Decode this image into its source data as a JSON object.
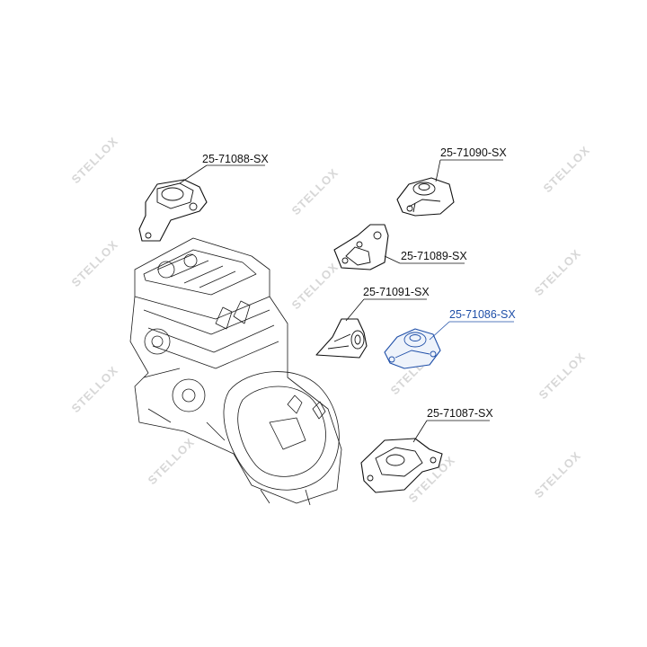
{
  "watermark": {
    "text": "STELLOX"
  },
  "parts": [
    {
      "id": "25-71088-SX",
      "label": "25-71088-SX",
      "highlighted": false
    },
    {
      "id": "25-71090-SX",
      "label": "25-71090-SX",
      "highlighted": false
    },
    {
      "id": "25-71089-SX",
      "label": "25-71089-SX",
      "highlighted": false
    },
    {
      "id": "25-71091-SX",
      "label": "25-71091-SX",
      "highlighted": false
    },
    {
      "id": "25-71086-SX",
      "label": "25-71086-SX",
      "highlighted": true
    },
    {
      "id": "25-71087-SX",
      "label": "25-71087-SX",
      "highlighted": false
    }
  ],
  "colors": {
    "highlight": "#1f4fa8",
    "line": "#111111",
    "watermark": "#d7d7d7"
  }
}
